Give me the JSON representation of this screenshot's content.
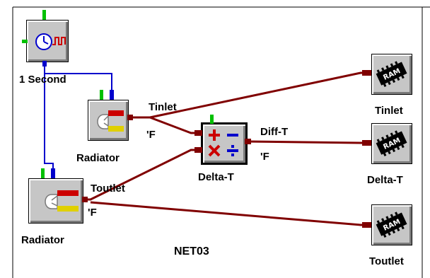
{
  "diagram": {
    "name": "NET03",
    "blocks": {
      "clock": {
        "label": "1 Second",
        "icon": "clock-pulse-icon"
      },
      "radiator_top": {
        "label": "Radiator",
        "icon": "sensor-probe-icon"
      },
      "radiator_bottom": {
        "label": "Radiator",
        "icon": "sensor-probe-icon"
      },
      "delta_t": {
        "label": "Delta-T",
        "icon": "arithmetic-icon"
      },
      "ram_tinlet": {
        "label": "Tinlet",
        "icon": "ram-chip-icon"
      },
      "ram_delta": {
        "label": "Delta-T",
        "icon": "ram-chip-icon"
      },
      "ram_toutlet": {
        "label": "Toutlet",
        "icon": "ram-chip-icon"
      }
    },
    "wire_labels": {
      "tinlet": "Tinlet",
      "tinlet_unit": "'F",
      "toutlet": "Toutlet",
      "toutlet_unit": "'F",
      "diff": "Diff-T",
      "diff_unit": "'F"
    },
    "colors": {
      "data_wire": "#800000",
      "clock_wire": "#0000cc",
      "block_face": "#c6c6c6",
      "port_green": "#00c000",
      "port_blue": "#0000cc",
      "port_red": "#cc0000",
      "port_yellow": "#e0d000"
    }
  }
}
